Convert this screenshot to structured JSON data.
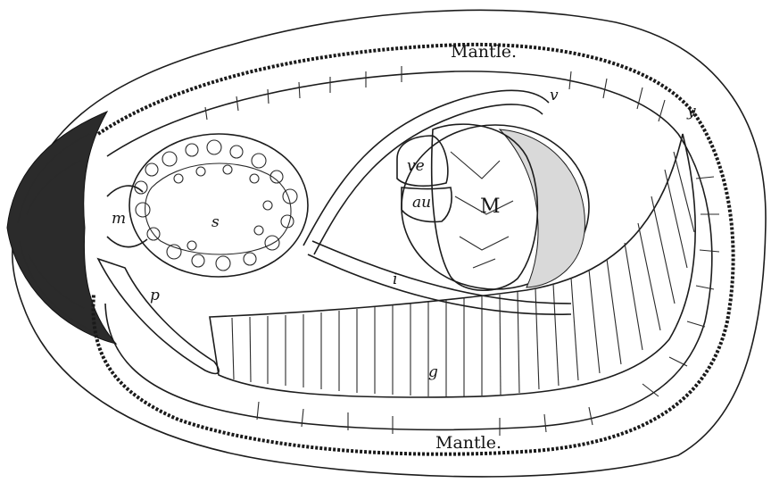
{
  "labels": {
    "mantle_top": "Mantle.",
    "mantle_bottom": "Mantle.",
    "v": "v",
    "y": "y",
    "ve": "ve",
    "au": "au",
    "M": "M",
    "s": "s",
    "m": "m",
    "p": "p",
    "i": "i",
    "g": "g"
  }
}
